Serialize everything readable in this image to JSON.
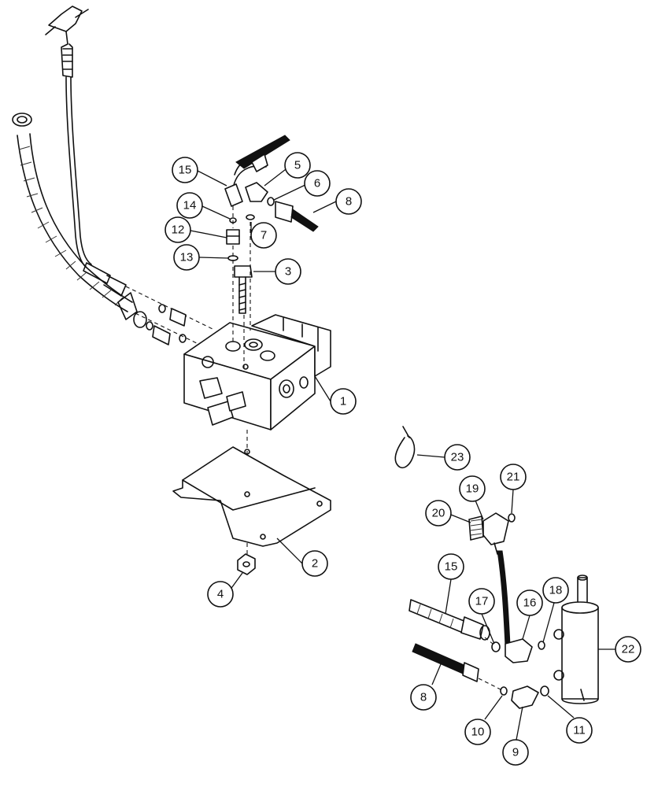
{
  "colors": {
    "ink": "#111111",
    "paper": "#ffffff"
  },
  "callouts": [
    {
      "id": "c15a",
      "label": "15"
    },
    {
      "id": "c5",
      "label": "5"
    },
    {
      "id": "c6",
      "label": "6"
    },
    {
      "id": "c8a",
      "label": "8"
    },
    {
      "id": "c14",
      "label": "14"
    },
    {
      "id": "c7",
      "label": "7"
    },
    {
      "id": "c12",
      "label": "12"
    },
    {
      "id": "c13",
      "label": "13"
    },
    {
      "id": "c3",
      "label": "3"
    },
    {
      "id": "c1",
      "label": "1"
    },
    {
      "id": "c2",
      "label": "2"
    },
    {
      "id": "c4",
      "label": "4"
    },
    {
      "id": "c23",
      "label": "23"
    },
    {
      "id": "c19",
      "label": "19"
    },
    {
      "id": "c21",
      "label": "21"
    },
    {
      "id": "c20",
      "label": "20"
    },
    {
      "id": "c15b",
      "label": "15"
    },
    {
      "id": "c16",
      "label": "16"
    },
    {
      "id": "c18",
      "label": "18"
    },
    {
      "id": "c17",
      "label": "17"
    },
    {
      "id": "c22",
      "label": "22"
    },
    {
      "id": "c8b",
      "label": "8"
    },
    {
      "id": "c10",
      "label": "10"
    },
    {
      "id": "c11",
      "label": "11"
    },
    {
      "id": "c9",
      "label": "9"
    }
  ]
}
